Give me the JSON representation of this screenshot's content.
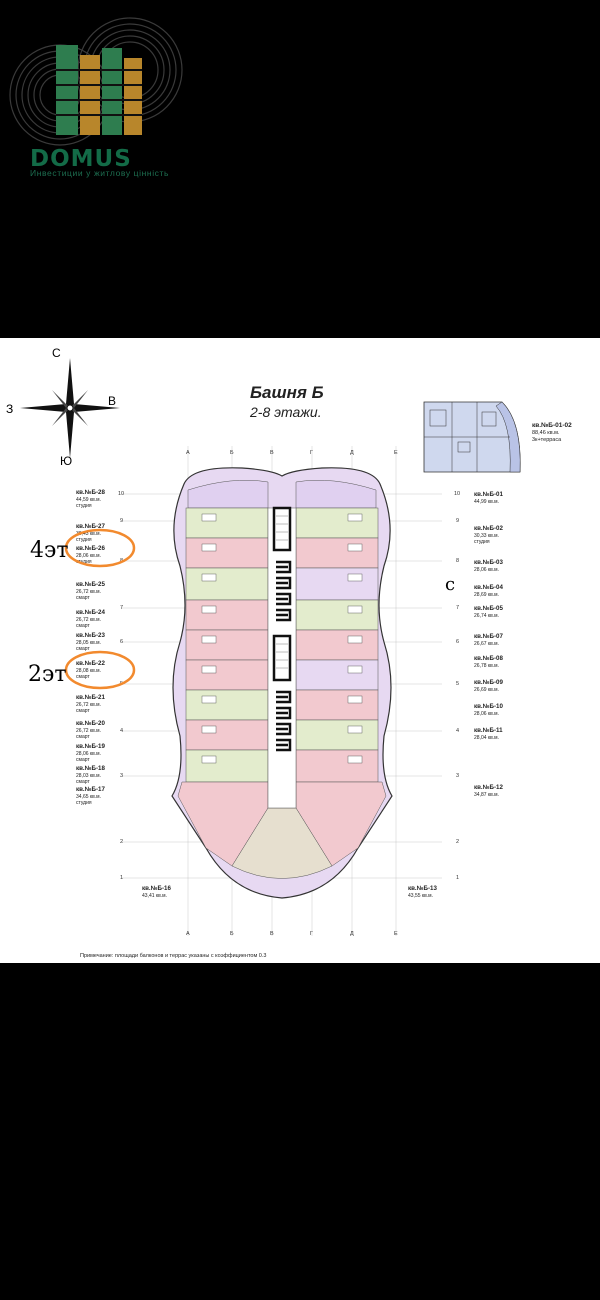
{
  "brand": {
    "name": "DOMUS",
    "tagline": "Инвестиции у житлову цінність"
  },
  "compass": {
    "n": "С",
    "s": "Ю",
    "w": "З",
    "e": "В"
  },
  "header": {
    "title": "Башня Б",
    "subtitle": "2-8 этажи."
  },
  "mini_plan": {
    "name": "кв.№Б-01-02",
    "area": "88,46 кв.м.",
    "type": "3к+терраса"
  },
  "left_units": [
    {
      "name": "кв.№Б-28",
      "area": "44,59 кв.м.",
      "type": "студия"
    },
    {
      "name": "кв.№Б-27",
      "area": "30,43 кв.м.",
      "type": "студия"
    },
    {
      "name": "кв.№Б-26",
      "area": "28,06 кв.м.",
      "type": "студия"
    },
    {
      "name": "кв.№Б-25",
      "area": "26,72 кв.м.",
      "type": "смарт"
    },
    {
      "name": "кв.№Б-24",
      "area": "26,72 кв.м.",
      "type": "смарт"
    },
    {
      "name": "кв.№Б-23",
      "area": "28,05 кв.м.",
      "type": "смарт"
    },
    {
      "name": "кв.№Б-22",
      "area": "28,08 кв.м.",
      "type": "смарт"
    },
    {
      "name": "кв.№Б-21",
      "area": "26,72 кв.м.",
      "type": "смарт"
    },
    {
      "name": "кв.№Б-20",
      "area": "26,72 кв.м.",
      "type": "смарт"
    },
    {
      "name": "кв.№Б-19",
      "area": "28,06 кв.м.",
      "type": "смарт"
    },
    {
      "name": "кв.№Б-18",
      "area": "28,03 кв.м.",
      "type": "смарт"
    },
    {
      "name": "кв.№Б-17",
      "area": "34,65 кв.м.",
      "type": "студия"
    }
  ],
  "right_units": [
    {
      "name": "кв.№Б-01",
      "area": "44,99 кв.м.",
      "type": ""
    },
    {
      "name": "кв.№Б-02",
      "area": "30,33 кв.м.",
      "type": "студия"
    },
    {
      "name": "кв.№Б-03",
      "area": "28,06 кв.м.",
      "type": ""
    },
    {
      "name": "кв.№Б-04",
      "area": "28,69 кв.м.",
      "type": ""
    },
    {
      "name": "кв.№Б-05",
      "area": "26,74 кв.м.",
      "type": ""
    },
    {
      "name": "кв.№Б-07",
      "area": "26,67 кв.м.",
      "type": ""
    },
    {
      "name": "кв.№Б-08",
      "area": "26,78 кв.м.",
      "type": ""
    },
    {
      "name": "кв.№Б-09",
      "area": "26,69 кв.м.",
      "type": ""
    },
    {
      "name": "кв.№Б-10",
      "area": "28,06 кв.м.",
      "type": ""
    },
    {
      "name": "кв.№Б-11",
      "area": "28,04 кв.м.",
      "type": ""
    },
    {
      "name": "кв.№Б-12",
      "area": "34,87 кв.м.",
      "type": ""
    }
  ],
  "bottom_units": [
    {
      "name": "кв.№Б-16",
      "area": "43,41 кв.м."
    },
    {
      "name": "кв.№Б-13",
      "area": "43,55 кв.м."
    }
  ],
  "axis_letters": [
    "А",
    "Б",
    "В",
    "Г",
    "Д",
    "Е"
  ],
  "axis_numbers": [
    "10",
    "9",
    "8",
    "7",
    "6",
    "5",
    "4",
    "3",
    "2",
    "1"
  ],
  "annotations": {
    "floor4": "4эт",
    "floor2": "2эт",
    "mark": "с"
  },
  "note": "Примечание: площади балконов и террас указаны с коэффициентом 0.3",
  "colors": {
    "brand_green": "#136b47",
    "pink": "#f2c9cf",
    "lavender": "#d9c9ee",
    "lime": "#e3eccd",
    "highlight": "#f28a2e"
  }
}
